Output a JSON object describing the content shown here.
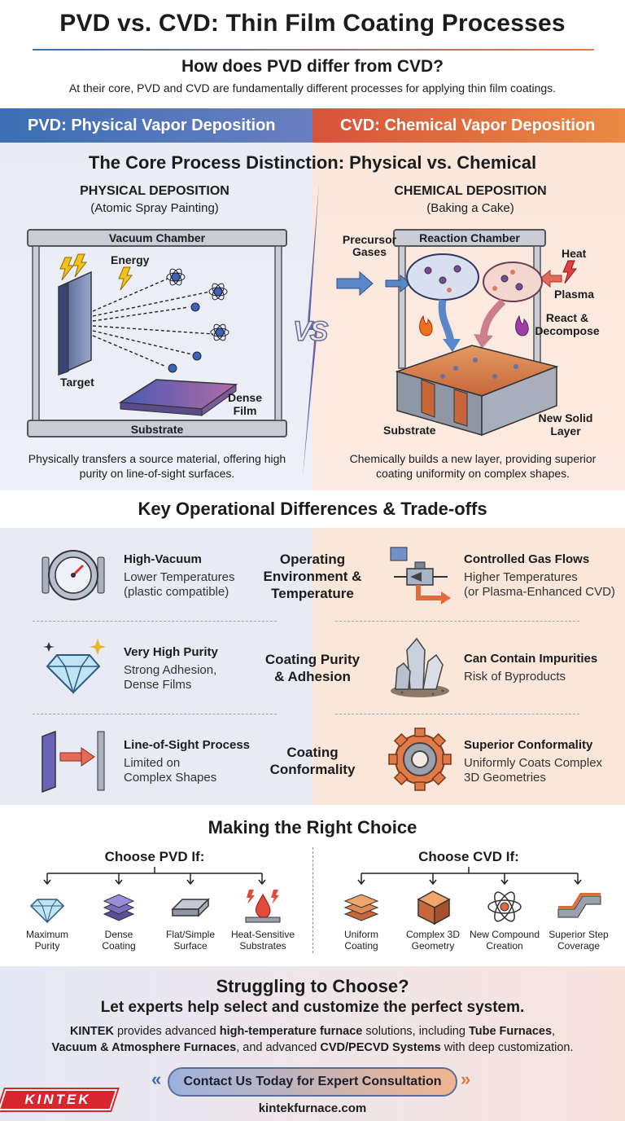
{
  "header": {
    "title": "PVD vs. CVD: Thin Film Coating Processes",
    "question": "How does PVD differ from CVD?",
    "intro": "At their core, PVD and CVD are fundamentally different processes for applying thin film coatings."
  },
  "bands": {
    "pvd": "PVD: Physical Vapor Deposition",
    "cvd": "CVD: Chemical Vapor Deposition"
  },
  "core": {
    "heading": "The Core Process Distinction: Physical vs. Chemical",
    "vs": "VS",
    "pvd": {
      "title": "PHYSICAL DEPOSITION",
      "subtitle": "(Atomic Spray Painting)",
      "chamber": "Vacuum Chamber",
      "energy": "Energy",
      "target": "Target",
      "film": "Dense\nFilm",
      "substrate": "Substrate",
      "caption": "Physically transfers a source material, offering high purity on line-of-sight surfaces."
    },
    "cvd": {
      "title": "CHEMICAL DEPOSITION",
      "subtitle": "(Baking a Cake)",
      "chamber": "Reaction Chamber",
      "precursor": "Precursor\nGases",
      "heat": "Heat",
      "plasma": "Plasma",
      "react": "React &\nDecompose",
      "substrate": "Substrate",
      "new_layer": "New Solid\nLayer",
      "caption": "Chemically builds a new layer, providing superior coating uniformity on complex shapes."
    }
  },
  "differences": {
    "heading": "Key Operational Differences & Trade-offs",
    "rows": [
      {
        "center": "Operating\nEnvironment &\nTemperature",
        "pvd_title": "High-Vacuum",
        "pvd_text": "Lower Temperatures\n(plastic compatible)",
        "pvd_icon": "vacuum-gauge-icon",
        "cvd_title": "Controlled Gas Flows",
        "cvd_text": "Higher Temperatures\n(or Plasma-Enhanced CVD)",
        "cvd_icon": "gas-flow-valve-icon"
      },
      {
        "center": "Coating Purity\n& Adhesion",
        "pvd_title": "Very High Purity",
        "pvd_text": "Strong Adhesion,\nDense Films",
        "pvd_icon": "diamond-icon",
        "cvd_title": "Can Contain Impurities",
        "cvd_text": "Risk of Byproducts",
        "cvd_icon": "crystal-cluster-icon"
      },
      {
        "center": "Coating\nConformality",
        "pvd_title": "Line-of-Sight Process",
        "pvd_text": "Limited on\nComplex Shapes",
        "pvd_icon": "line-of-sight-icon",
        "cvd_title": "Superior Conformality",
        "cvd_text": "Uniformly Coats Complex\n3D Geometries",
        "cvd_icon": "coated-gear-icon"
      }
    ]
  },
  "choice": {
    "heading": "Making the Right Choice",
    "pvd_heading": "Choose PVD If:",
    "cvd_heading": "Choose CVD If:",
    "pvd_options": [
      {
        "label": "Maximum\nPurity",
        "icon": "diamond-icon"
      },
      {
        "label": "Dense\nCoating",
        "icon": "layers-icon"
      },
      {
        "label": "Flat/Simple\nSurface",
        "icon": "flat-plate-icon"
      },
      {
        "label": "Heat-Sensitive\nSubstrates",
        "icon": "heat-drop-icon"
      }
    ],
    "cvd_options": [
      {
        "label": "Uniform\nCoating",
        "icon": "uniform-layers-icon"
      },
      {
        "label": "Complex 3D\nGeometry",
        "icon": "cube-icon"
      },
      {
        "label": "New Compound\nCreation",
        "icon": "atom-icon"
      },
      {
        "label": "Superior Step\nCoverage",
        "icon": "step-coverage-icon"
      }
    ]
  },
  "cta": {
    "heading": "Struggling to Choose?",
    "subheading": "Let experts help select and customize the perfect system.",
    "body_html": "<b>KINTEK</b> provides advanced <b>high-temperature furnace</b> solutions, including <b>Tube Furnaces</b>,<br><b>Vacuum &amp; Atmosphere Furnaces</b>, and advanced <b>CVD/PECVD Systems</b> with deep customization.",
    "button": "Contact Us Today for Expert Consultation",
    "url": "kintekfurnace.com",
    "logo": "KINTEK"
  },
  "colors": {
    "pvd_blue": "#3c6eb3",
    "cvd_orange": "#d6543c"
  }
}
